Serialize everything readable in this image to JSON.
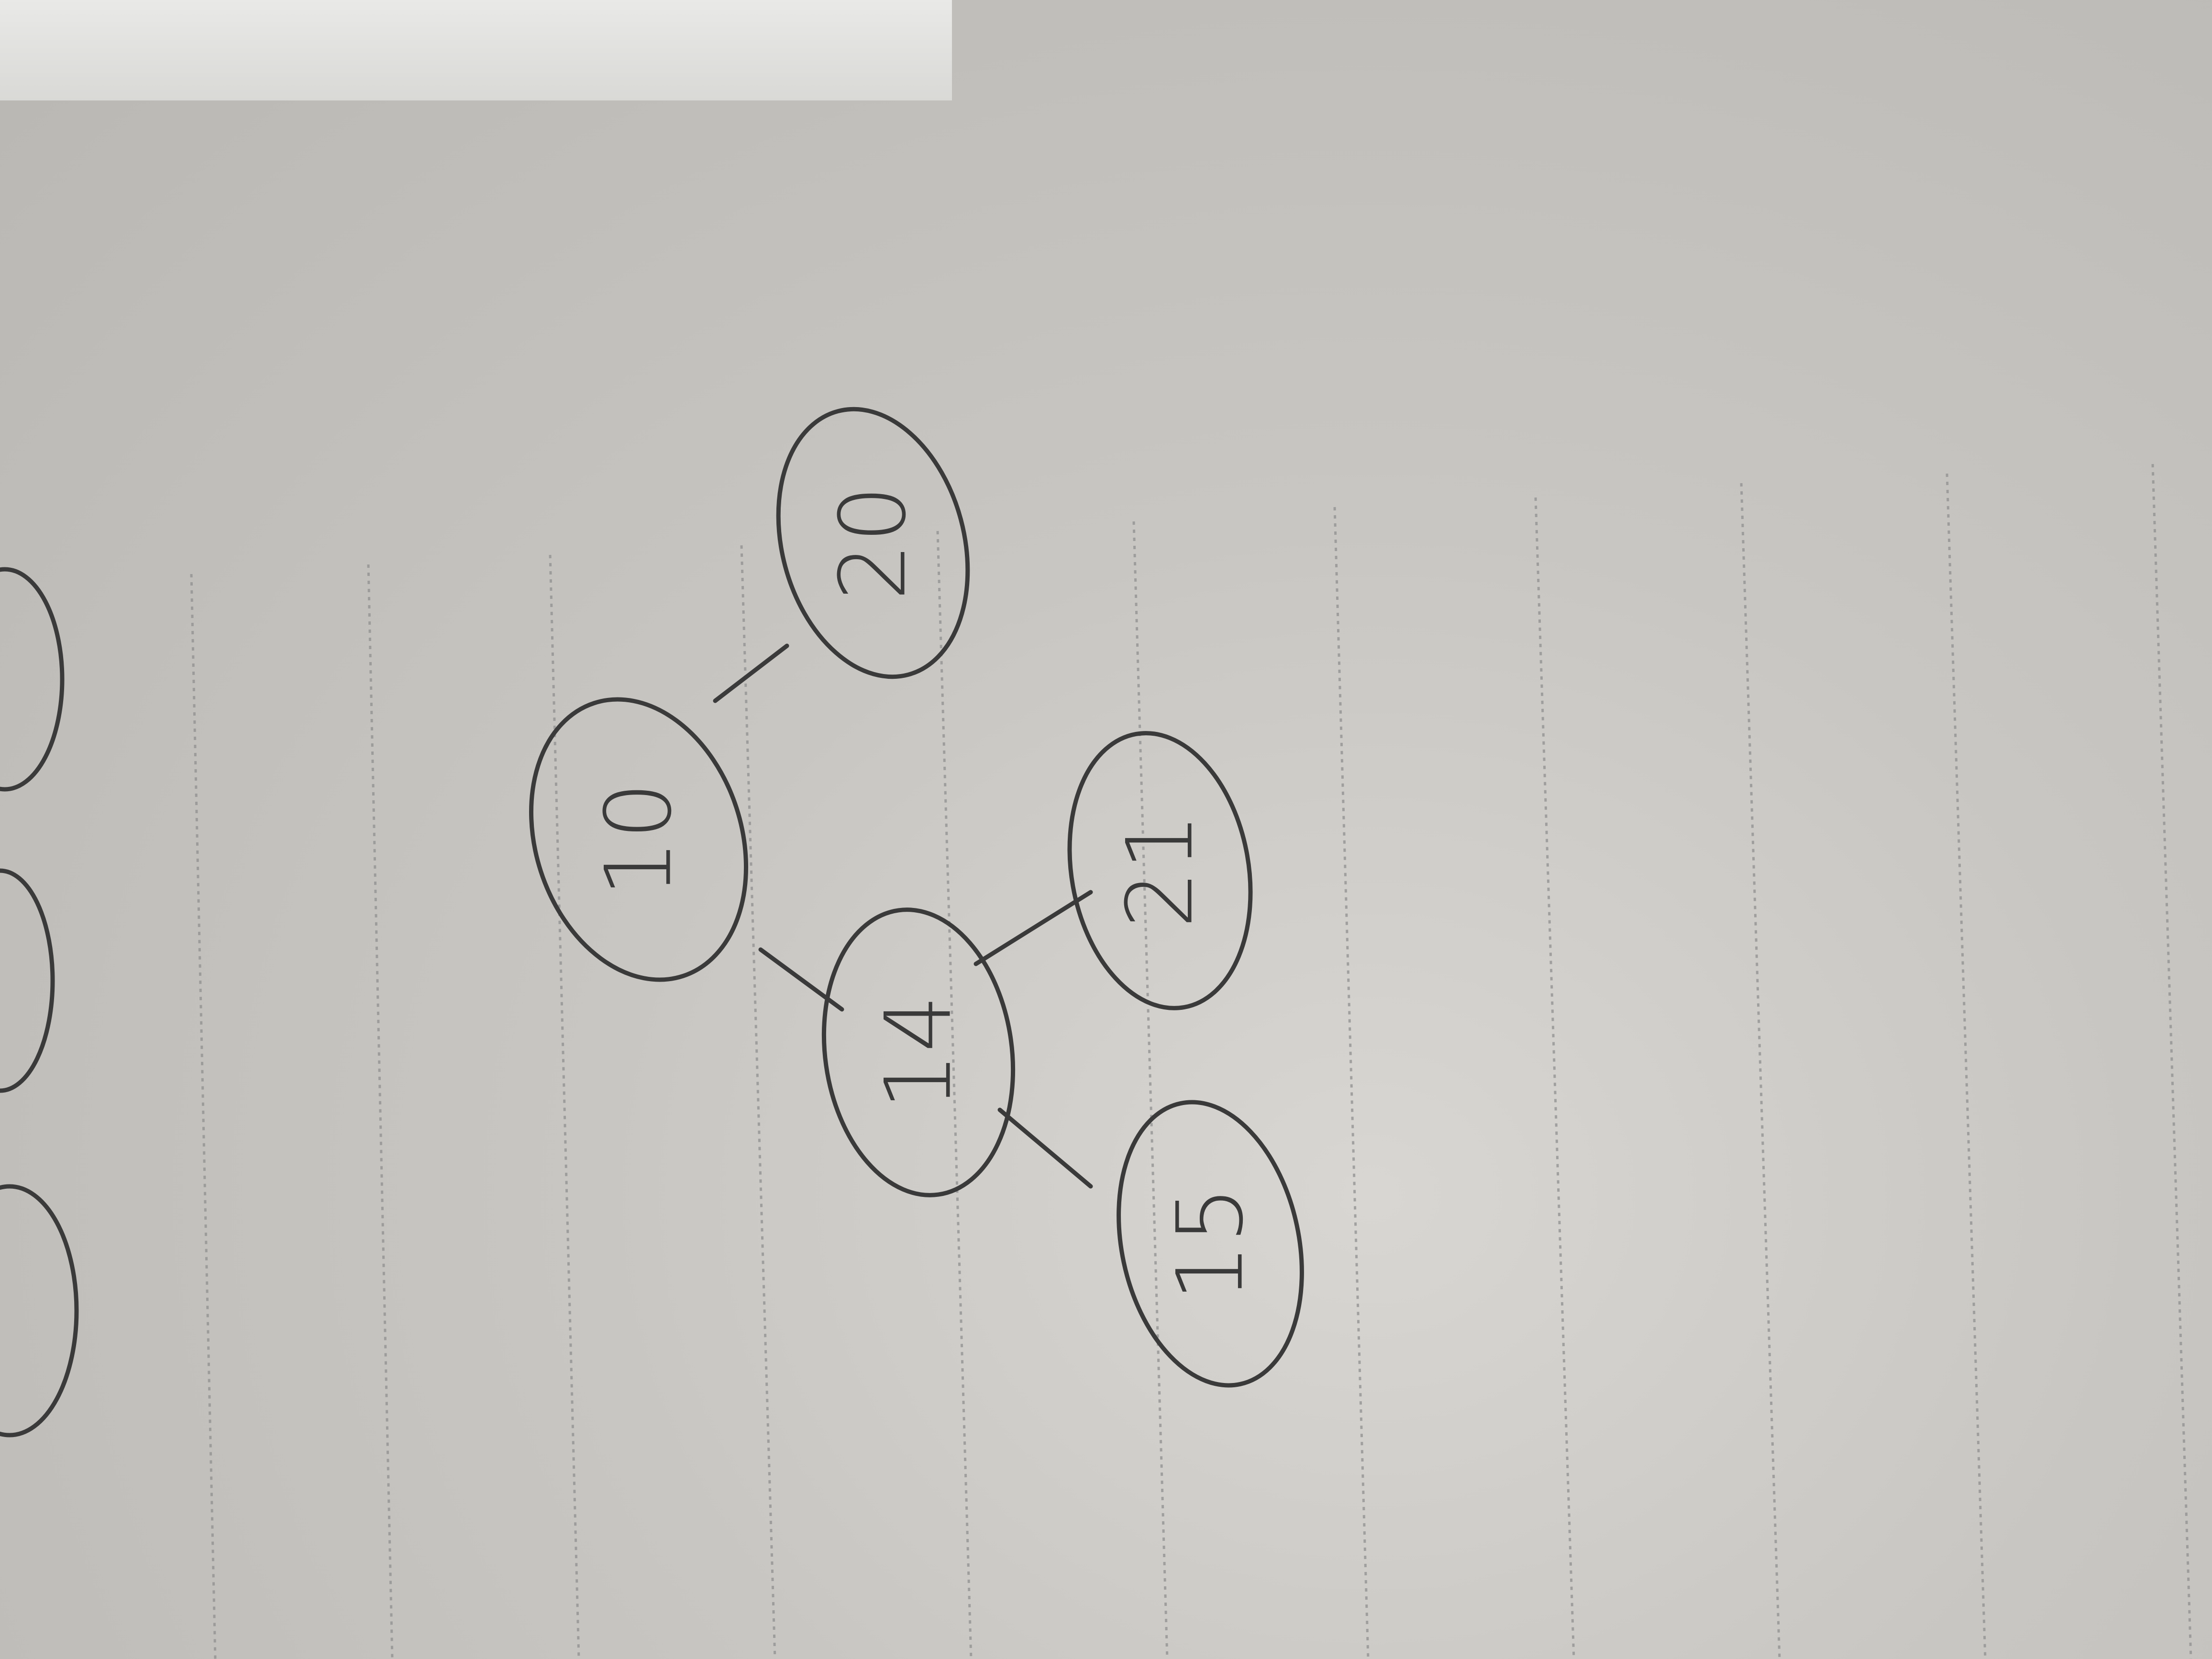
{
  "diagram": {
    "type": "binary-search-tree-sketch",
    "ink_color": "#3a3a3a",
    "paper_color": "#cdcbc7",
    "nodes": [
      {
        "id": "n10",
        "label": "10"
      },
      {
        "id": "n20",
        "label": "20"
      },
      {
        "id": "n14",
        "label": "14"
      },
      {
        "id": "n21",
        "label": "21"
      },
      {
        "id": "n15",
        "label": "15"
      }
    ],
    "edges": [
      {
        "from": "n10",
        "to": "n20"
      },
      {
        "from": "n10",
        "to": "n14"
      },
      {
        "from": "n14",
        "to": "n21"
      },
      {
        "from": "n14",
        "to": "n15"
      }
    ]
  }
}
